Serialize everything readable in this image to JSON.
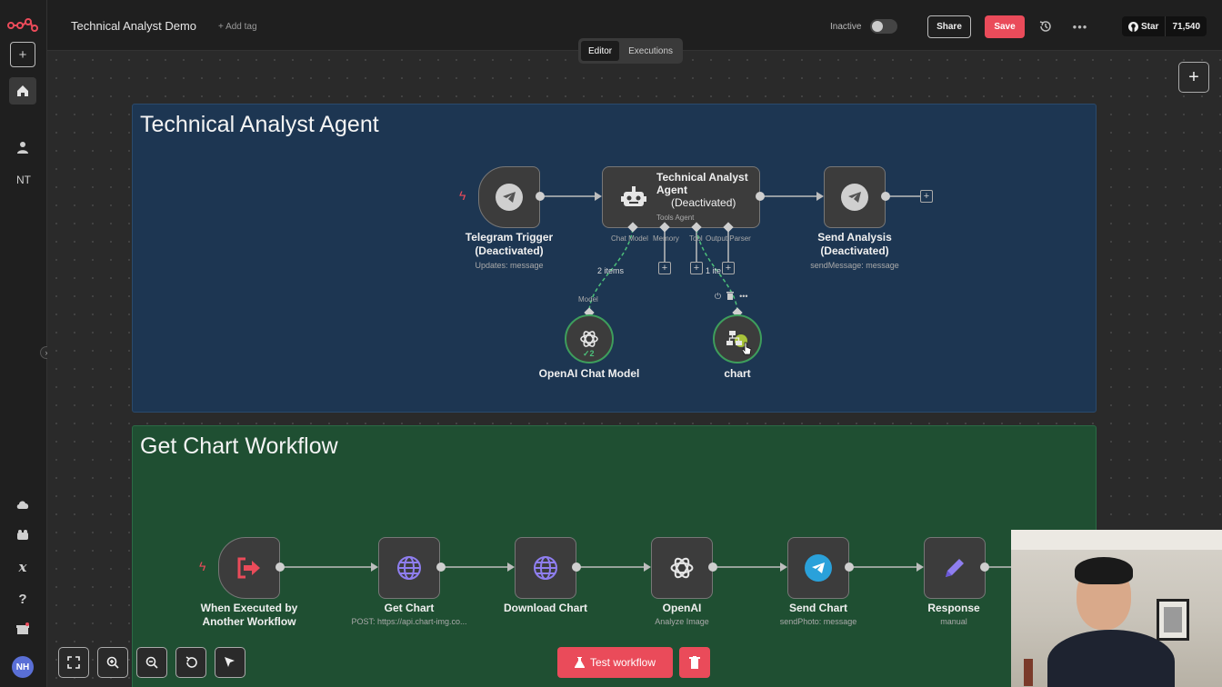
{
  "app": {
    "logo_icon": "n8n-logo-icon",
    "accent": "#ea4b5a"
  },
  "header": {
    "workflow_title": "Technical Analyst Demo",
    "add_tag": "+ Add tag",
    "status_label": "Inactive",
    "share": "Share",
    "save": "Save",
    "github_star": "Star",
    "github_count": "71,540"
  },
  "tabs": [
    {
      "label": "Editor",
      "active": true
    },
    {
      "label": "Executions",
      "active": false
    }
  ],
  "sidebar": {
    "user_initials": "NT",
    "avatar_initials": "NH"
  },
  "sticky_notes": {
    "top": "Technical Analyst Agent",
    "bottom": "Get Chart Workflow"
  },
  "agent_section": {
    "trigger": {
      "title": "Telegram Trigger",
      "status": "(Deactivated)",
      "sub": "Updates: message"
    },
    "agent": {
      "line1": "Technical Analyst",
      "line2": "Agent",
      "status": "(Deactivated)",
      "sub": "Tools Agent"
    },
    "send": {
      "title": "Send Analysis",
      "status": "(Deactivated)",
      "sub": "sendMessage: message"
    },
    "ports": {
      "chat_model": "Chat Model",
      "memory": "Memory",
      "tool": "Tool",
      "output_parser": "Output Parser"
    },
    "edge_labels": {
      "items_model": "2 items",
      "items_tool": "1 ite"
    },
    "model_tag": "Model",
    "openai_model": {
      "title": "OpenAI Chat Model",
      "badge": "2"
    },
    "chart_tool": {
      "title": "chart"
    }
  },
  "chart_section": {
    "nodes": [
      {
        "title": "When Executed by",
        "title2": "Another Workflow",
        "sub": ""
      },
      {
        "title": "Get Chart",
        "sub": "POST: https://api.chart-img.co..."
      },
      {
        "title": "Download Chart",
        "sub": ""
      },
      {
        "title": "OpenAI",
        "sub": "Analyze Image"
      },
      {
        "title": "Send Chart",
        "sub": "sendPhoto: message"
      },
      {
        "title": "Response",
        "sub": "manual"
      }
    ]
  },
  "footer": {
    "test_workflow": "Test workflow"
  }
}
